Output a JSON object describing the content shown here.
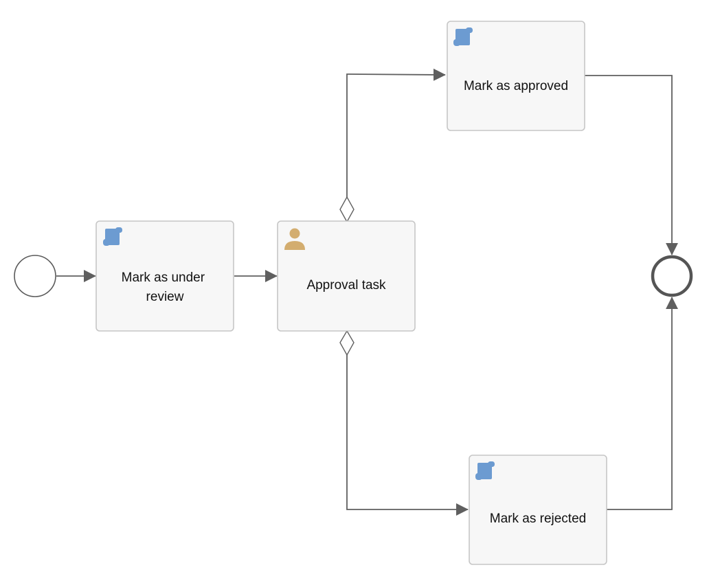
{
  "diagram": {
    "type": "bpmn-process",
    "colors": {
      "task_fill": "#f7f7f7",
      "task_border": "#c6c6c6",
      "flow_line": "#5f5f5f",
      "script_icon": "#6c9bd1",
      "user_icon": "#d3ad6f"
    },
    "start_event": {
      "kind": "none-start-event"
    },
    "end_event": {
      "kind": "none-end-event"
    },
    "tasks": {
      "under_review": {
        "label_lines": [
          "Mark as under",
          "review"
        ],
        "icon": "script-icon"
      },
      "approval": {
        "label_lines": [
          "Approval task"
        ],
        "icon": "user-icon"
      },
      "approved": {
        "label_lines": [
          "Mark as approved"
        ],
        "icon": "script-icon"
      },
      "rejected": {
        "label_lines": [
          "Mark as rejected"
        ],
        "icon": "script-icon"
      }
    },
    "flows": [
      {
        "from": "start-event",
        "to": "task-mark-under-review"
      },
      {
        "from": "task-mark-under-review",
        "to": "task-approval"
      },
      {
        "from": "task-approval",
        "to": "task-mark-approved",
        "conditional": true
      },
      {
        "from": "task-approval",
        "to": "task-mark-rejected",
        "conditional": true
      },
      {
        "from": "task-mark-approved",
        "to": "end-event"
      },
      {
        "from": "task-mark-rejected",
        "to": "end-event"
      }
    ]
  }
}
